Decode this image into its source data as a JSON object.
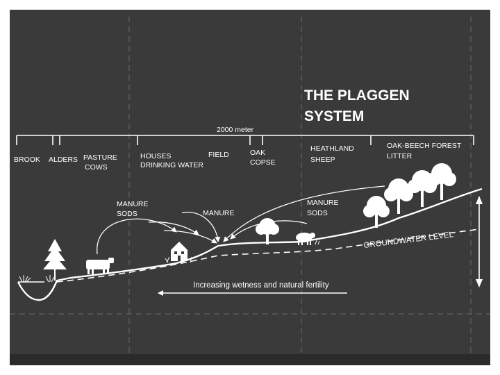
{
  "title": [
    "THE PLAGGEN",
    "SYSTEM"
  ],
  "scale_label": "2000 meter",
  "zones": [
    {
      "lines": [
        "BROOK"
      ]
    },
    {
      "lines": [
        "ALDERS"
      ]
    },
    {
      "lines": [
        "PASTURE",
        "COWS"
      ]
    },
    {
      "lines": [
        "HOUSES",
        "DRINKING WATER"
      ]
    },
    {
      "lines": [
        "FIELD"
      ]
    },
    {
      "lines": [
        "OAK",
        "COPSE"
      ]
    },
    {
      "lines": [
        "HEATHLAND",
        "SHEEP"
      ]
    },
    {
      "lines": [
        "OAK-BEECH FOREST",
        "LITTER"
      ]
    }
  ],
  "flows": [
    {
      "lines": [
        "MANURE",
        "SODS"
      ]
    },
    {
      "lines": [
        "MANURE"
      ]
    },
    {
      "lines": [
        "MANURE",
        "SODS"
      ]
    }
  ],
  "groundwater_label": "GROUNDWATER LEVEL",
  "gradient_label": "Increasing wetness and natural fertility",
  "colors": {
    "background": "#3a3a3a",
    "foreground": "#ffffff",
    "guides": "#6a6a6a"
  }
}
